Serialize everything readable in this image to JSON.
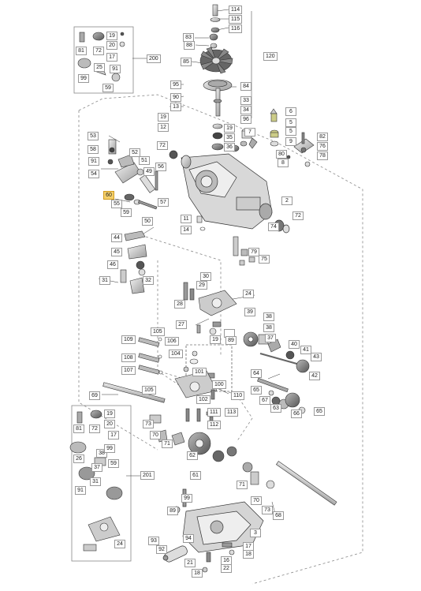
{
  "diagram": {
    "highlight_color": "#f4cf6a",
    "labels": {
      "114": "114",
      "115": "115",
      "116": "116",
      "83": "83",
      "88": "88",
      "120": "120",
      "85": "85",
      "84": "84",
      "33": "33",
      "34": "34",
      "96": "96",
      "95": "95",
      "90": "90",
      "13": "13",
      "19": "19",
      "12": "12",
      "200": "200",
      "81": "81",
      "72": "72",
      "20": "20",
      "17": "17",
      "99": "99",
      "59": "59",
      "91": "91",
      "25": "25",
      "53": "53",
      "58": "58",
      "54": "54",
      "52": "52",
      "51": "51",
      "49": "49",
      "56": "56",
      "60": "60",
      "55": "55",
      "50": "50",
      "57": "57",
      "44": "44",
      "45": "45",
      "46": "46",
      "31": "31",
      "32": "32",
      "6": "6",
      "5": "5",
      "9": "9",
      "35": "35",
      "7": "7",
      "36": "36",
      "82": "82",
      "76": "76",
      "80": "80",
      "78": "78",
      "8": "8",
      "2": "2",
      "74": "74",
      "11": "11",
      "14": "14",
      "79": "79",
      "75": "75",
      "30": "30",
      "29": "29",
      "28": "28",
      "24": "24",
      "27": "27",
      "39": "39",
      "38": "38",
      "37": "37",
      "40": "40",
      "41": "41",
      "43": "43",
      "42": "42",
      "89": "89",
      "105": "105",
      "109": "109",
      "106": "106",
      "104": "104",
      "101": "101",
      "108": "108",
      "107": "107",
      "100": "100",
      "102": "102",
      "110": "110",
      "64": "64",
      "65": "65",
      "67": "67",
      "63": "63",
      "66": "66",
      "69": "69",
      "111": "111",
      "113": "113",
      "112": "112",
      "73": "73",
      "70": "70",
      "71": "71",
      "26": "26",
      "61": "61",
      "201": "201",
      "62": "62",
      "68": "68",
      "3": "3",
      "93": "93",
      "92": "92",
      "94": "94",
      "16": "16",
      "21": "21",
      "22": "22",
      "18": "18"
    }
  }
}
